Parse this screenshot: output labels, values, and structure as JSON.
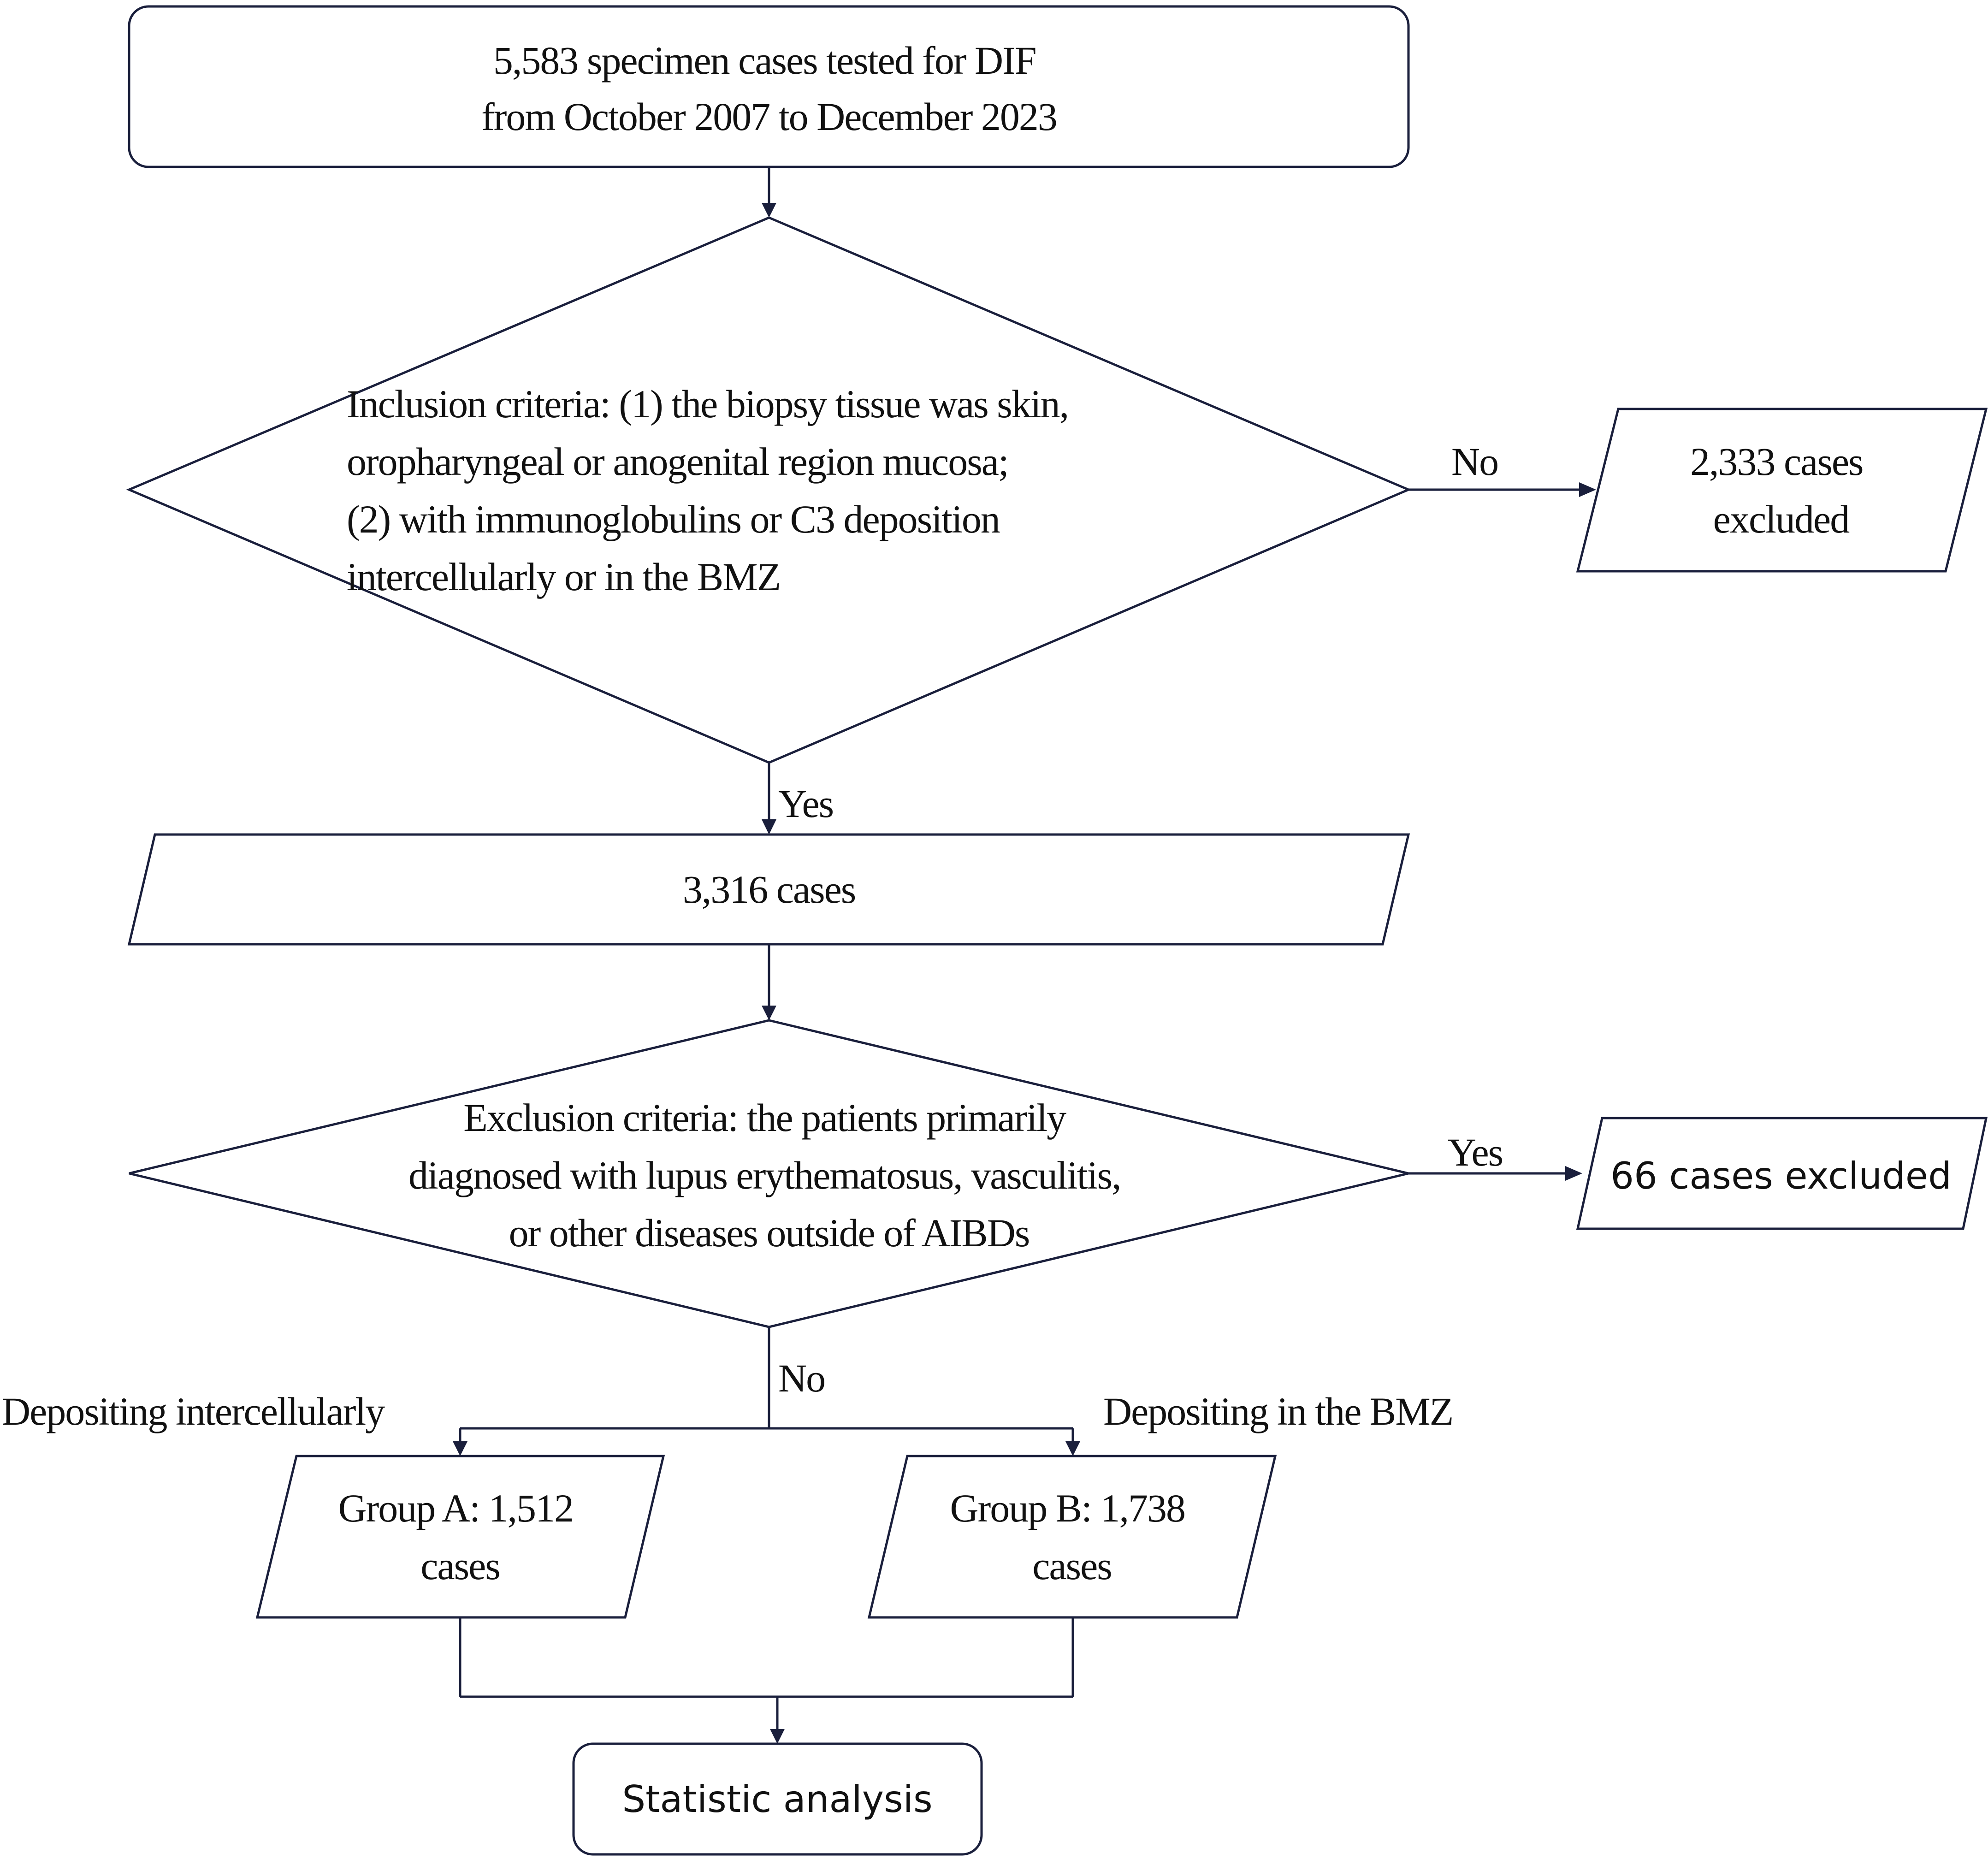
{
  "nodes": {
    "start": {
      "lines": [
        "5,583 specimen cases tested for DIF",
        "from October 2007 to December 2023"
      ]
    },
    "inclusion": {
      "lines": [
        "Inclusion criteria: (1) the biopsy tissue was skin,",
        "oropharyngeal or anogenital region mucosa;",
        "(2) with immunoglobulins or C3 deposition",
        "intercellularly or in the BMZ"
      ]
    },
    "excluded_first": {
      "lines": [
        "2,333 cases",
        "excluded"
      ]
    },
    "included": {
      "lines": [
        "3,316 cases"
      ]
    },
    "exclusion": {
      "lines": [
        "Exclusion criteria: the patients primarily",
        "diagnosed with lupus erythematosus, vasculitis,",
        "or other diseases outside of AIBDs"
      ]
    },
    "excluded_second": {
      "lines": [
        "66 cases excluded"
      ]
    },
    "group_a": {
      "lines": [
        "Group A: 1,512",
        "cases"
      ]
    },
    "group_b": {
      "lines": [
        "Group B: 1,738",
        "cases"
      ]
    },
    "analysis": {
      "lines": [
        "Statistic analysis"
      ]
    }
  },
  "edge_labels": {
    "inclusion_no": "No",
    "inclusion_yes": "Yes",
    "exclusion_yes": "Yes",
    "exclusion_no": "No",
    "branch_a": "Depositing intercellularly",
    "branch_b": "Depositing in the BMZ"
  },
  "colors": {
    "stroke": "#1a1f3c",
    "text": "#111111",
    "background": "#ffffff"
  }
}
